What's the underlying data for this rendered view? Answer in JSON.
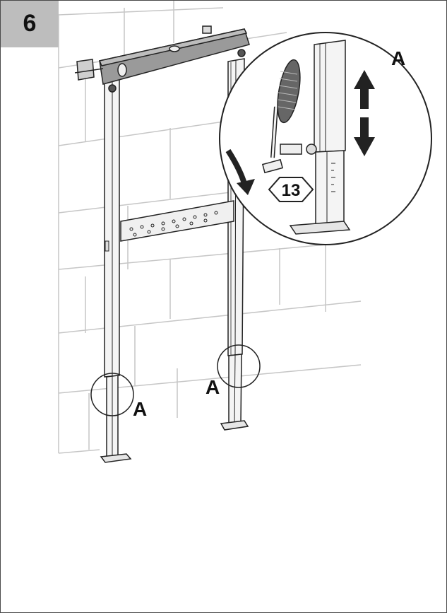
{
  "step": {
    "number": "6"
  },
  "labels": {
    "callout_main": "A",
    "callout_left": "A",
    "callout_right": "A",
    "wrench_size": "13"
  },
  "colors": {
    "badge": "#bdbdbd",
    "wall_lines": "#c4c4c4",
    "frame_fill": "#efefef",
    "level_fill": "#9a9a9a",
    "ink": "#222222"
  }
}
